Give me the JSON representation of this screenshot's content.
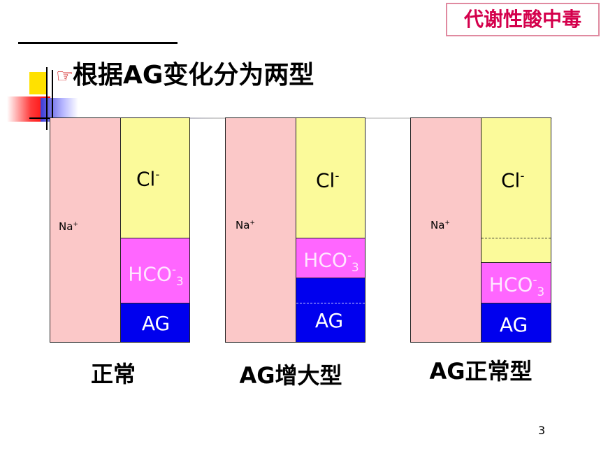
{
  "badge": "代谢性酸中毒",
  "title": "根据AG变化分为两型",
  "labels": {
    "na": "Na",
    "na_sup": "+",
    "cl": "Cl",
    "cl_sup": "-",
    "hco": "HCO",
    "hco_sup": "-",
    "hco_sub": "3",
    "ag": "AG"
  },
  "captions": [
    "正常",
    "AG增大型",
    "AG正常型"
  ],
  "page_number": "3",
  "colors": {
    "na": "#fbc8c8",
    "cl": "#fbfa9a",
    "hco": "#ff66ff",
    "ag": "#0000ee",
    "badge_text": "#d4004c"
  }
}
